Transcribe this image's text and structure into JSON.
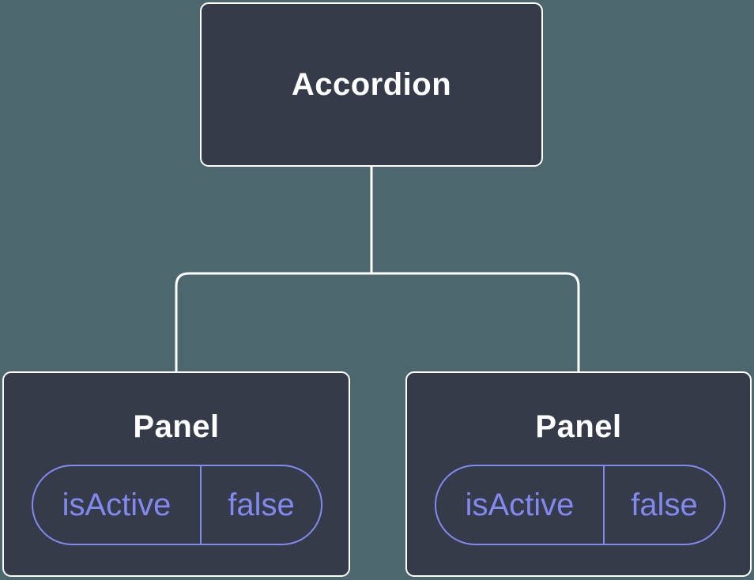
{
  "diagram": {
    "description": "Component tree diagram: Accordion parent with two Panel children, each holding isActive state",
    "root": {
      "label": "Accordion"
    },
    "children": [
      {
        "label": "Panel",
        "state": {
          "key": "isActive",
          "value": "false"
        }
      },
      {
        "label": "Panel",
        "state": {
          "key": "isActive",
          "value": "false"
        }
      }
    ],
    "colors": {
      "background": "#4D676F",
      "node_fill": "#353B48",
      "node_border": "#FFFFFF",
      "node_text": "#FFFFFF",
      "state_accent": "#8289F0",
      "connector": "#FFFFFF"
    }
  }
}
